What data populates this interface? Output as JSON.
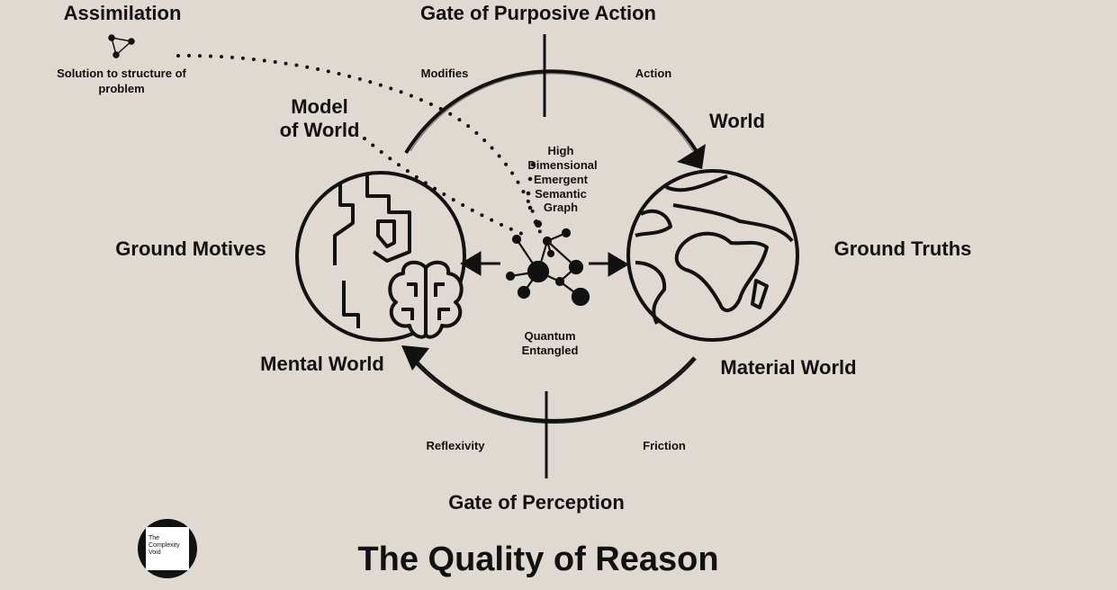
{
  "labels": {
    "assimilation": "Assimilation",
    "solution_line1": "Solution to structure of",
    "solution_line2": "problem",
    "gate_action": "Gate of Purposive Action",
    "modifies": "Modifies",
    "action": "Action",
    "model_line1": "Model",
    "model_line2": "of World",
    "world": "World",
    "graph_lines": [
      "High",
      "Dimensional",
      "Emergent",
      "Semantic",
      "Graph"
    ],
    "ground_motives": "Ground Motives",
    "ground_truths": "Ground Truths",
    "quantum_line1": "Quantum",
    "quantum_line2": "Entangled",
    "mental_world": "Mental World",
    "material_world": "Material World",
    "reflexivity": "Reflexivity",
    "friction": "Friction",
    "gate_perception": "Gate of Perception",
    "title": "The Quality of Reason"
  },
  "logo": {
    "lines": [
      "The",
      "Complexity",
      "Void"
    ]
  }
}
